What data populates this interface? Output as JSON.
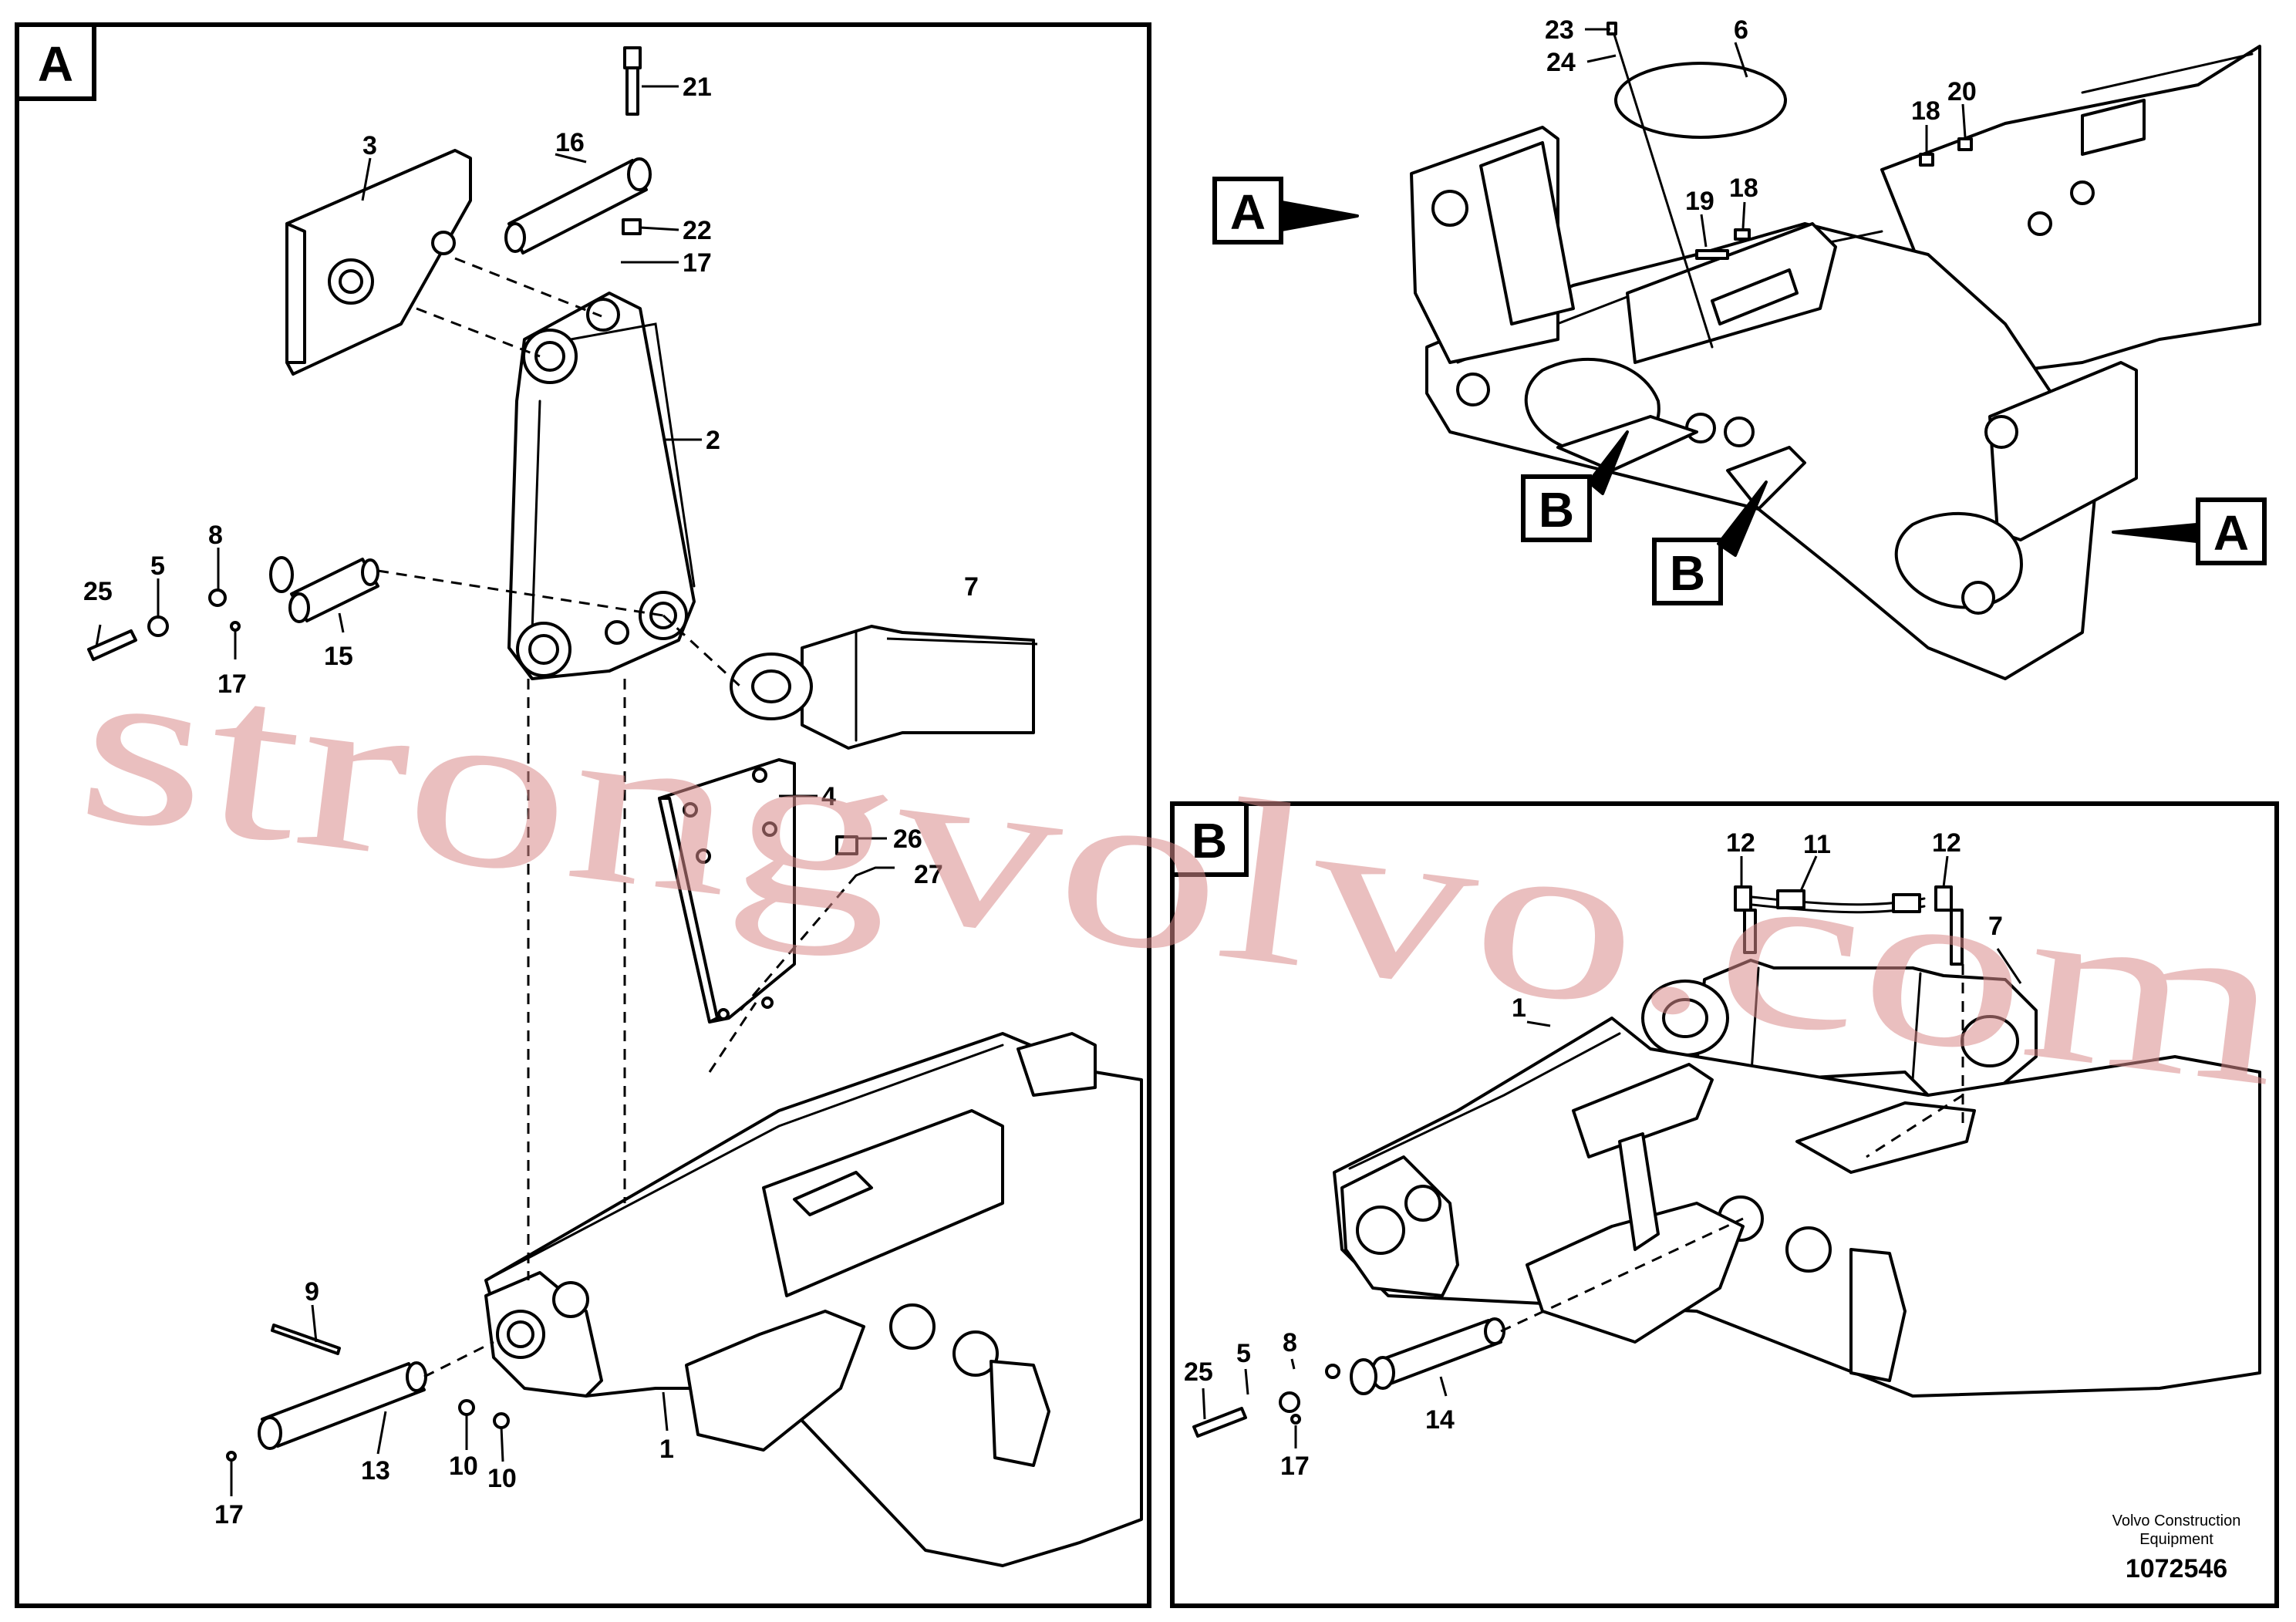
{
  "views": {
    "a": {
      "tag": "A"
    },
    "b": {
      "tag": "B"
    },
    "overview": {
      "tag_a_left": "A",
      "tag_a_right": "A",
      "tag_b_left": "B",
      "tag_b_right": "B"
    }
  },
  "callouts_a": {
    "c21": "21",
    "c16": "16",
    "c3": "3",
    "c22": "22",
    "c17a": "17",
    "c2": "2",
    "c8": "8",
    "c5": "5",
    "c25": "25",
    "c15": "15",
    "c17b": "17",
    "c7": "7",
    "c4": "4",
    "c26": "26",
    "c27": "27",
    "c9": "9",
    "c13": "13",
    "c10a": "10",
    "c10b": "10",
    "c17c": "17",
    "c1": "1"
  },
  "callouts_overview": {
    "c23": "23",
    "c24": "24",
    "c6": "6",
    "c18a": "18",
    "c20": "20",
    "c19": "19",
    "c18b": "18"
  },
  "callouts_b": {
    "c12a": "12",
    "c11": "11",
    "c12b": "12",
    "c7": "7",
    "c1": "1",
    "c25": "25",
    "c5": "5",
    "c8": "8",
    "c14": "14",
    "c17": "17"
  },
  "watermark": "strongvolvo.com",
  "credit": {
    "line1": "Volvo Construction",
    "line2": "Equipment",
    "ref": "1072546"
  }
}
